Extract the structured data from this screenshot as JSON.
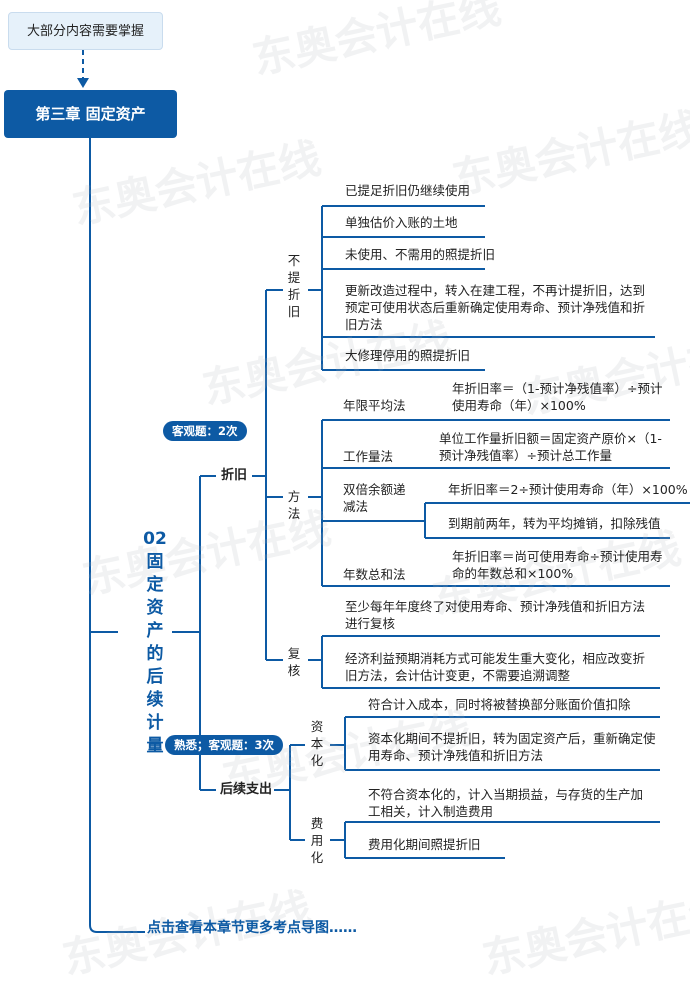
{
  "header": {
    "hint": "大部分内容需要掌握",
    "chapter": "第三章 固定资产"
  },
  "section": {
    "title": "02固定资产的后续计量"
  },
  "depreciation": {
    "badge": "客观题：2次",
    "label": "折旧",
    "no_depreciation": {
      "label": "不提折旧",
      "items": [
        "已提足折旧仍继续使用",
        "单独估价入账的土地",
        "未使用、不需用的照提折旧",
        "更新改造过程中，转入在建工程，不再计提折旧，达到预定可使用状态后重新确定使用寿命、预计净残值和折旧方法",
        "大修理停用的照提折旧"
      ]
    },
    "methods": {
      "label": "方法",
      "straight_line": {
        "name": "年限平均法",
        "formula": "年折旧率＝（1-预计净残值率）÷预计使用寿命（年）×100%"
      },
      "units": {
        "name": "工作量法",
        "formula": "单位工作量折旧额＝固定资产原价×（1-预计净残值率）÷预计总工作量"
      },
      "ddb": {
        "name": "双倍余额递减法",
        "formula": "年折旧率＝2÷预计使用寿命（年）×100%",
        "note": "到期前两年，转为平均摊销，扣除残值"
      },
      "syd": {
        "name": "年数总和法",
        "formula": "年折旧率＝尚可使用寿命÷预计使用寿命的年数总和×100%"
      }
    },
    "review": {
      "label": "复核",
      "items": [
        "至少每年年度终了对使用寿命、预计净残值和折旧方法进行复核",
        "经济利益预期消耗方式可能发生重大变化，相应改变折旧方法，会计估计变更，不需要追溯调整"
      ]
    }
  },
  "subsequent": {
    "badge": "熟悉；客观题：3次",
    "label": "后续支出",
    "capitalize": {
      "label": "资本化",
      "items": [
        "符合计入成本，同时将被替换部分账面价值扣除",
        "资本化期间不提折旧，转为固定资产后，重新确定使用寿命、预计净残值和折旧方法"
      ]
    },
    "expense": {
      "label": "费用化",
      "items": [
        "不符合资本化的，计入当期损益，与存货的生产加工相关，计入制造费用",
        "费用化期间照提折旧"
      ]
    }
  },
  "footer": {
    "link": "点击查看本章节更多考点导图……"
  },
  "watermark": "东奥会计在线",
  "colors": {
    "primary": "#0d5aa4",
    "hint_bg": "#e6f1fa"
  }
}
